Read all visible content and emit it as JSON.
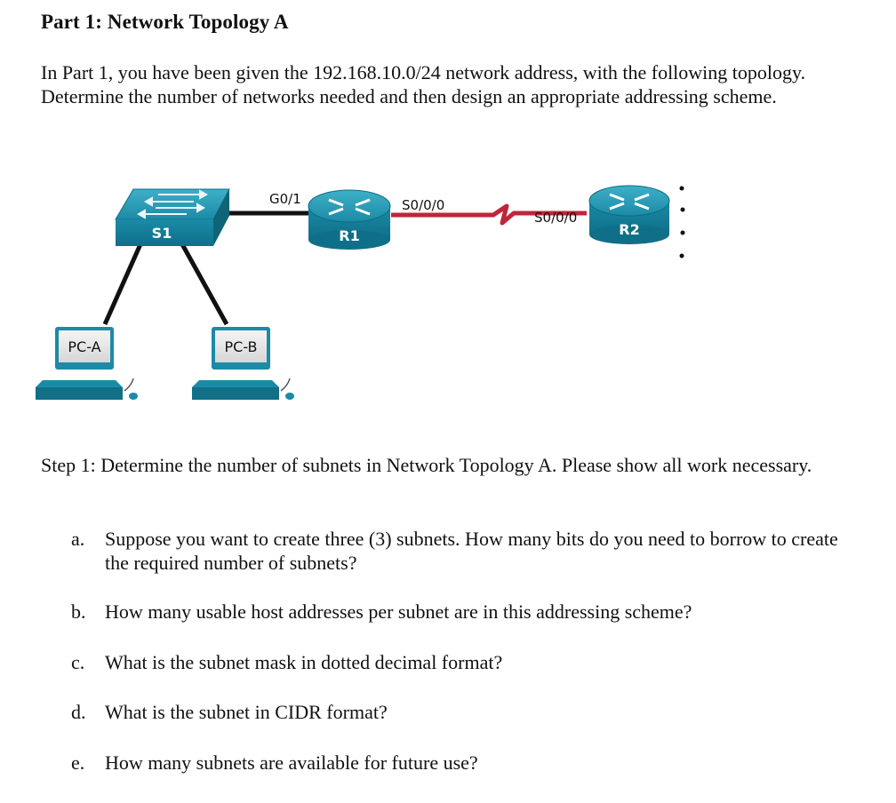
{
  "heading": "Part 1: Network Topology A",
  "intro": "In Part 1, you have been given the 192.168.10.0/24 network address, with the following topology. Determine the number of networks needed and then design an appropriate addressing scheme.",
  "topology": {
    "switch_label": "S1",
    "router1_label": "R1",
    "router2_label": "R2",
    "pc_a_label": "PC-A",
    "pc_b_label": "PC-B",
    "iface_r1_lan": "G0/1",
    "iface_r1_serial": "S0/0/0",
    "iface_r2_serial": "S0/0/0",
    "colors": {
      "device_teal": "#1d8aa6",
      "serial_link": "#c0253a",
      "ethernet_link": "#111111"
    }
  },
  "step1": "Step 1: Determine the number of subnets in Network Topology A. Please show all work necessary.",
  "questions": [
    {
      "letter": "a.",
      "text": "Suppose you want to create three (3) subnets. How many bits do you need to borrow to create the required number of subnets?"
    },
    {
      "letter": "b.",
      "text": "How many usable host addresses per subnet are in this addressing scheme?"
    },
    {
      "letter": "c.",
      "text": "What is the subnet mask in dotted decimal format?"
    },
    {
      "letter": "d.",
      "text": "What is the subnet in CIDR format?"
    },
    {
      "letter": "e.",
      "text": "How many subnets are available for future use?"
    }
  ]
}
